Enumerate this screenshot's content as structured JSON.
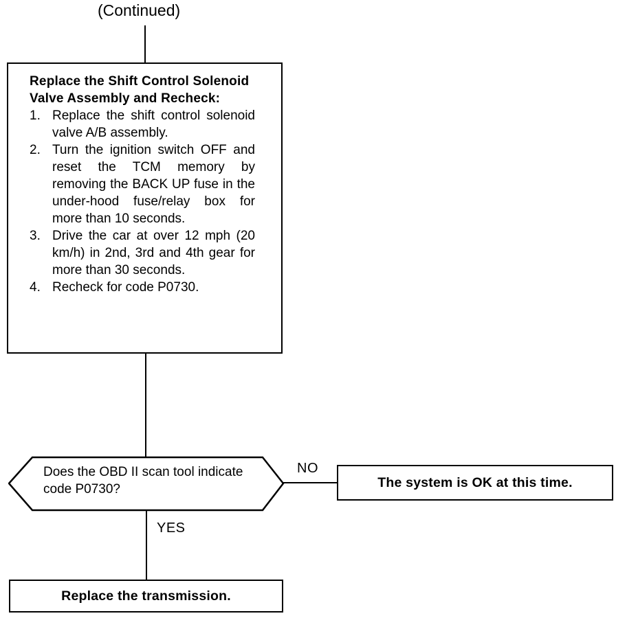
{
  "header": {
    "continued_label": "(Continued)"
  },
  "flowchart": {
    "process_box": {
      "title": "Replace the Shift Control Solenoid Valve Assembly and Recheck:",
      "steps": [
        {
          "num": "1.",
          "text": "Replace the shift control solenoid valve A/B assembly."
        },
        {
          "num": "2.",
          "text": "Turn the ignition switch OFF and reset the TCM memory by removing the BACK UP fuse in the under-hood fuse/relay box for more than 10 seconds."
        },
        {
          "num": "3.",
          "text": "Drive the car at over 12 mph (20 km/h) in 2nd, 3rd and 4th gear for more than 30 sec­onds."
        },
        {
          "num": "4.",
          "text": "Recheck for code P0730."
        }
      ]
    },
    "decision": {
      "question": "Does the OBD II scan tool indi­cate code P0730?"
    },
    "branches": {
      "no_label": "NO",
      "yes_label": "YES"
    },
    "ok_box": {
      "text": "The system is OK at this time."
    },
    "replace_box": {
      "text": "Replace the transmission."
    }
  },
  "colors": {
    "ink": "#000000",
    "background": "#ffffff"
  }
}
